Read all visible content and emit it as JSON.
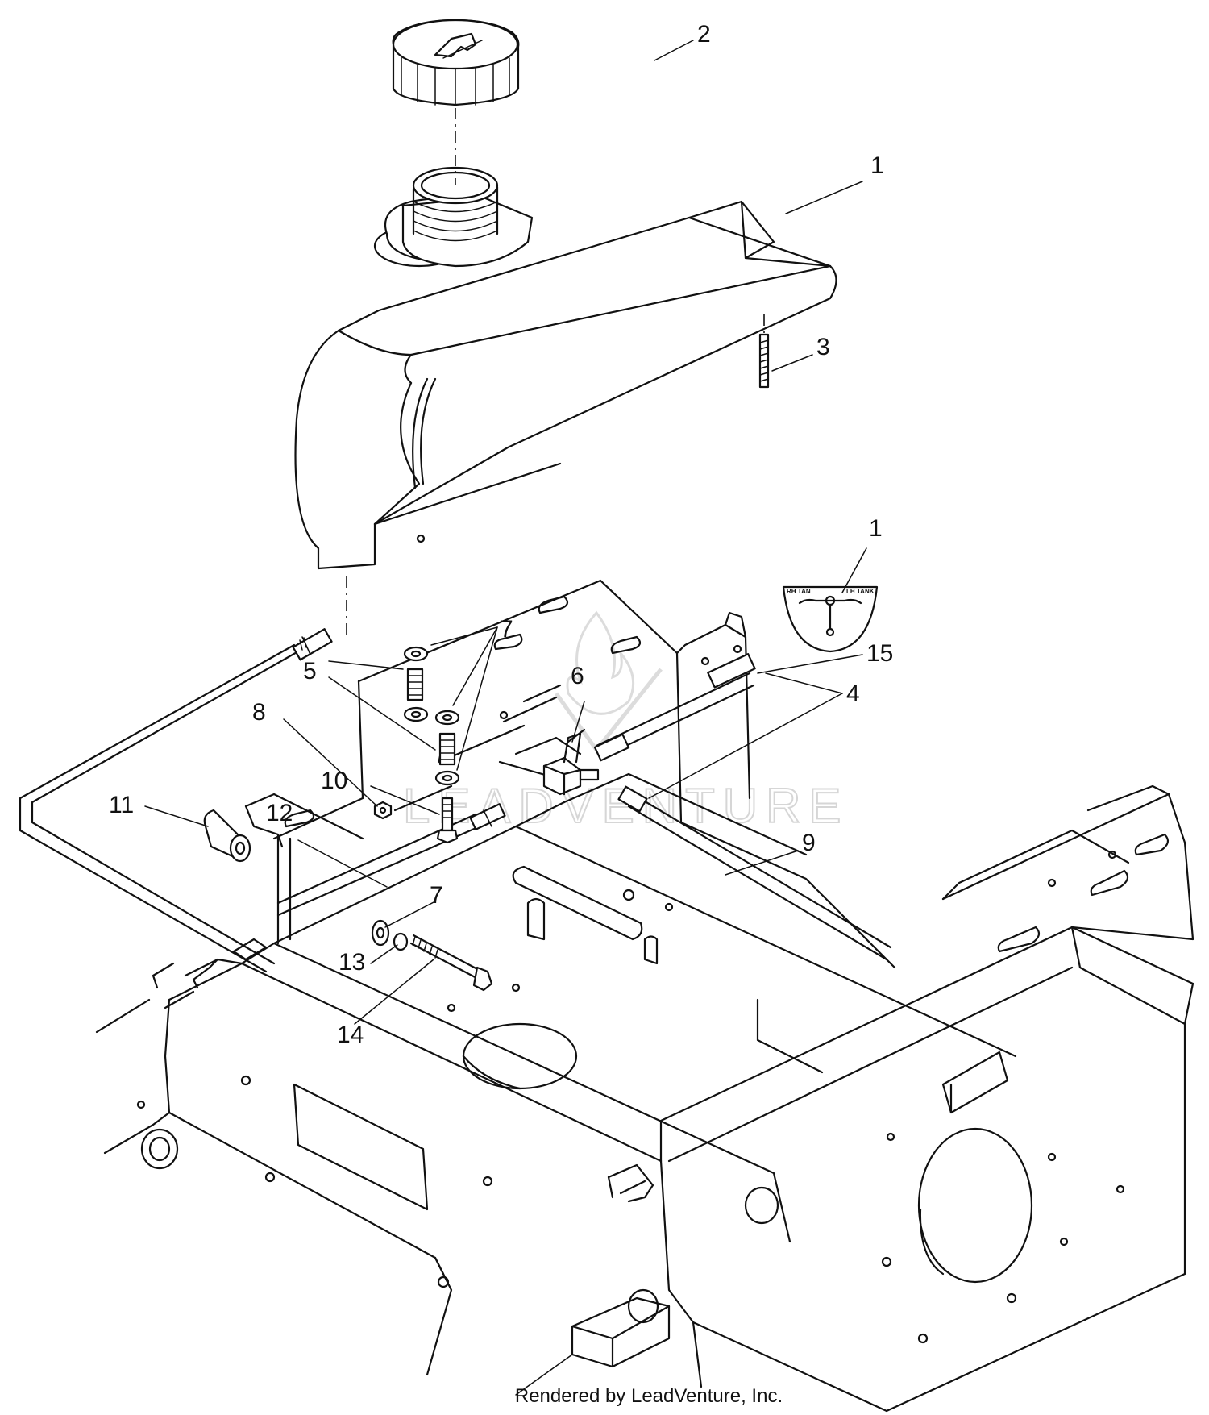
{
  "diagram": {
    "watermark": "LEADVENTURE",
    "decal": {
      "left": "RH TAN",
      "right": "LH TANK"
    },
    "callouts": [
      {
        "id": "c2",
        "text": "2"
      },
      {
        "id": "c1a",
        "text": "1"
      },
      {
        "id": "c3",
        "text": "3"
      },
      {
        "id": "c1b",
        "text": "1"
      },
      {
        "id": "c7a",
        "text": "7"
      },
      {
        "id": "c15",
        "text": "15"
      },
      {
        "id": "c5",
        "text": "5"
      },
      {
        "id": "c6",
        "text": "6"
      },
      {
        "id": "c4",
        "text": "4"
      },
      {
        "id": "c8",
        "text": "8"
      },
      {
        "id": "c10",
        "text": "10"
      },
      {
        "id": "c11",
        "text": "11"
      },
      {
        "id": "c12",
        "text": "12"
      },
      {
        "id": "c9",
        "text": "9"
      },
      {
        "id": "c7b",
        "text": "7"
      },
      {
        "id": "c13",
        "text": "13"
      },
      {
        "id": "c14",
        "text": "14"
      }
    ]
  },
  "footer": {
    "credit": "Rendered by LeadVenture, Inc."
  }
}
